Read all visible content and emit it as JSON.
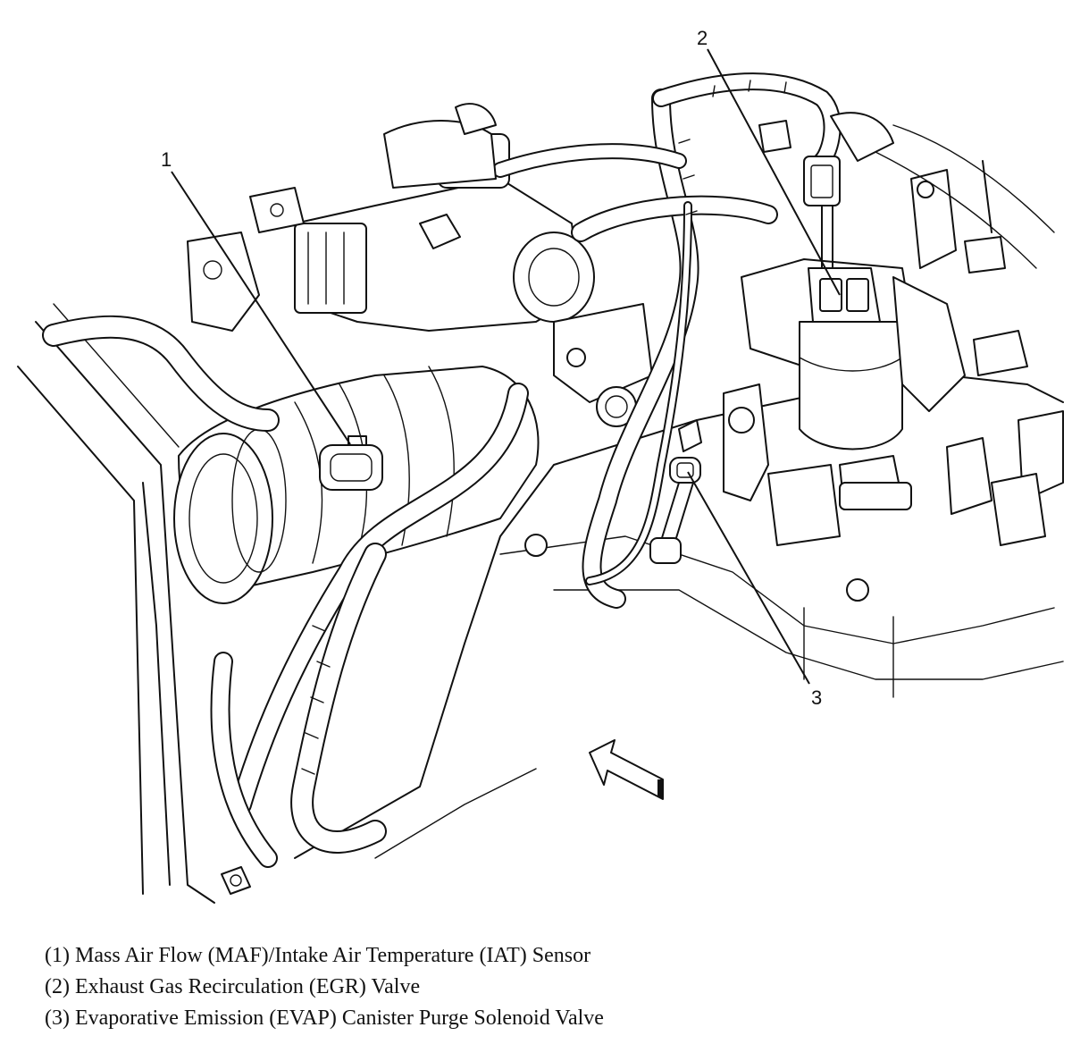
{
  "callouts": [
    {
      "number": "1"
    },
    {
      "number": "2"
    },
    {
      "number": "3"
    }
  ],
  "legend": [
    "(1) Mass Air Flow (MAF)/Intake Air Temperature (IAT) Sensor",
    "(2) Exhaust Gas Recirculation (EGR) Valve",
    "(3) Evaporative Emission (EVAP) Canister Purge Solenoid Valve"
  ]
}
